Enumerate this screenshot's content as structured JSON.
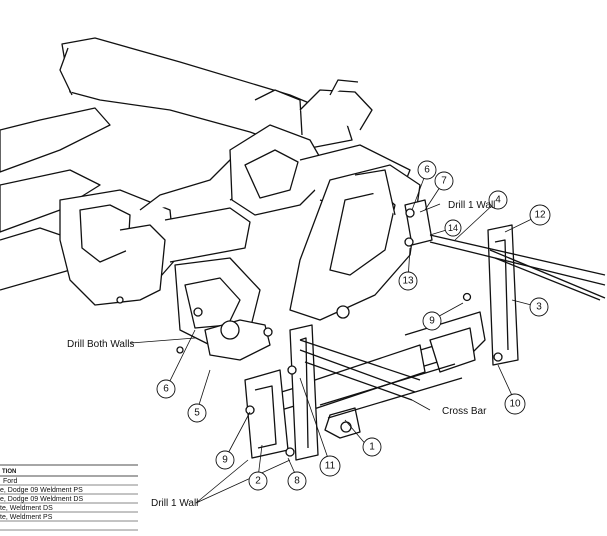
{
  "callouts": [
    "1",
    "2",
    "3",
    "4",
    "5",
    "6",
    "7",
    "8",
    "9",
    "10",
    "11",
    "12",
    "13",
    "14"
  ],
  "labels": {
    "drill_both_walls": "Drill Both Walls",
    "drill_1_wall_top": "Drill 1 Wall",
    "drill_1_wall_bottom": "Drill 1 Wall",
    "cross_bar": "Cross Bar"
  },
  "parts_table": {
    "header": "TION",
    "rows": [
      "Ford",
      "e, Dodge 09 Weldment PS",
      "e, Dodge 09 Weldment DS",
      "te, Weldment DS",
      "te, Weldment PS"
    ]
  }
}
